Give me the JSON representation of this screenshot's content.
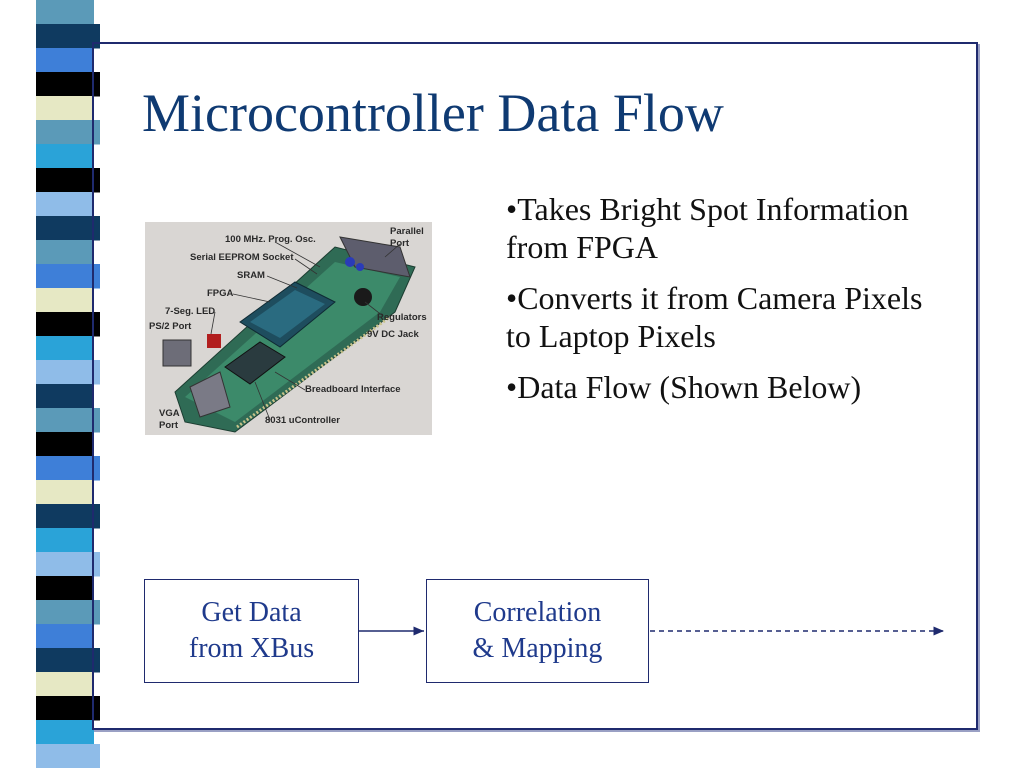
{
  "slide": {
    "title": "Microcontroller Data Flow",
    "bullets": [
      "•Takes Bright Spot Information from FPGA",
      "•Converts it from Camera Pixels to Laptop Pixels",
      "•Data Flow (Shown Below)"
    ],
    "flow_boxes": [
      {
        "line1": "Get Data",
        "line2": "from XBus"
      },
      {
        "line1": "Correlation",
        "line2": "& Mapping"
      }
    ]
  },
  "photo_labels": {
    "osc": "100 MHz. Prog. Osc.",
    "eeprom": "Serial EEPROM Socket",
    "sram": "SRAM",
    "fpga": "FPGA",
    "led": "7-Seg. LED",
    "ps2": "PS/2 Port",
    "parallel1": "Parallel",
    "parallel2": "Port",
    "regulators": "Regulators",
    "dcjack": "9V DC Jack",
    "breadboard": "Breadboard Interface",
    "vga1": "VGA",
    "vga2": "Port",
    "ucontroller": "8031 uController"
  },
  "colors": {
    "title": "#0f3a72",
    "frame": "#1f2a6e",
    "box_text": "#1f3a8c",
    "stripe_palette": [
      "#5b9ab8",
      "#0f3a60",
      "#3e7fd8",
      "#000000",
      "#e6e8c4",
      "#2aa3d8",
      "#8fbce8"
    ]
  }
}
